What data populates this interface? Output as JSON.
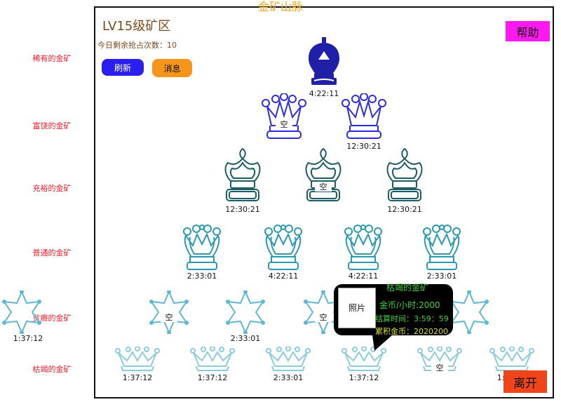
{
  "header": {
    "title": "金矿山脉",
    "level_title": "LV15级矿区",
    "remaining_attempts": "今日剩余抢占次数：10"
  },
  "buttons": {
    "refresh": "刷新",
    "messages": "消息",
    "help": "帮助",
    "leave": "离开"
  },
  "tiers": [
    {
      "label": "稀有的金矿",
      "icon": "king-crown-icon",
      "color": "#1f1fa8"
    },
    {
      "label": "富饶的金矿",
      "icon": "jester-crown-icon",
      "color": "#2d2de0"
    },
    {
      "label": "充裕的金矿",
      "icon": "queen-crown-icon",
      "color": "#1b5c66"
    },
    {
      "label": "普通的金矿",
      "icon": "ornate-crown-icon",
      "color": "#2a9ab0"
    },
    {
      "label": "贫瘠的金矿",
      "icon": "star-badge-icon",
      "color": "#5fb7d2"
    },
    {
      "label": "枯竭的金矿",
      "icon": "small-crown-icon",
      "color": "#8ccbdc"
    }
  ],
  "empty_label": "空",
  "mines": [
    [
      {
        "timer": "4:22:11",
        "empty": false
      }
    ],
    [
      {
        "timer": "",
        "empty": true
      },
      {
        "timer": "12:30:21",
        "empty": false
      }
    ],
    [
      {
        "timer": "12:30:21",
        "empty": false
      },
      {
        "timer": "",
        "empty": true
      },
      {
        "timer": "12:30:21",
        "empty": false
      }
    ],
    [
      {
        "timer": "2:33:01",
        "empty": false
      },
      {
        "timer": "4:22:11",
        "empty": false
      },
      {
        "timer": "4:22:11",
        "empty": false
      },
      {
        "timer": "2:33:01",
        "empty": false
      }
    ],
    [
      {
        "timer": "",
        "empty": true
      },
      {
        "timer": "2:33:01",
        "empty": false
      },
      {
        "timer": "",
        "empty": true
      },
      {
        "timer": "",
        "empty": false
      },
      {
        "timer": "1:37:12",
        "empty": false
      }
    ],
    [
      {
        "timer": "1:37:12",
        "empty": false
      },
      {
        "timer": "1:37:12",
        "empty": false
      },
      {
        "timer": "2:33:01",
        "empty": false
      },
      {
        "timer": "1:37:12",
        "empty": false
      },
      {
        "timer": "",
        "empty": true
      },
      {
        "timer": "1:37:12",
        "empty": false
      }
    ]
  ],
  "popup": {
    "photo": "照片",
    "title": "枯竭的金矿",
    "rate": "金币/小时:2000",
    "settle": "结算时间：3:59：59",
    "total": "累积金币：2020200"
  }
}
